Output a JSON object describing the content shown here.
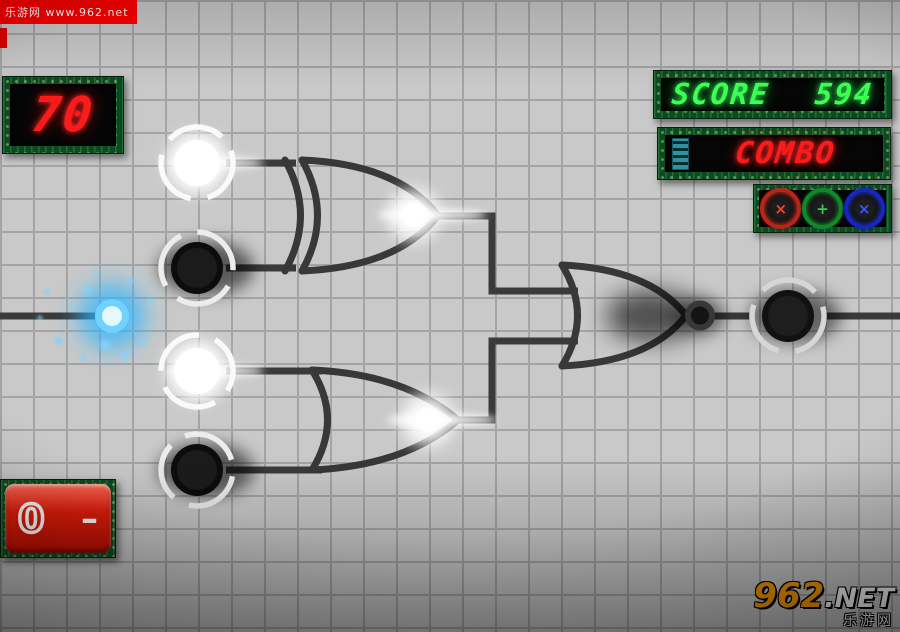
{
  "watermarks": {
    "top_left": "乐游网 www.962.net",
    "brand_num": "962",
    "brand_suffix": ".NET",
    "brand_cjk": "乐游网"
  },
  "hud": {
    "timer": {
      "value": "70"
    },
    "score": {
      "label": "SCORE",
      "value": "594"
    },
    "combo": {
      "label": "COMBO"
    },
    "medals": [
      {
        "name": "red-medal",
        "icon": "×",
        "color": "#d93323"
      },
      {
        "name": "green-medal",
        "icon": "+",
        "color": "#1fa132"
      },
      {
        "name": "blue-medal",
        "icon": "×",
        "color": "#1c2fd6"
      }
    ],
    "switch": {
      "off_label": "0",
      "dash": "–"
    }
  },
  "circuit": {
    "gates": [
      {
        "id": "gate-xor",
        "type": "XOR",
        "inputs": [
          "input-1",
          "input-2"
        ],
        "output_state": "on"
      },
      {
        "id": "gate-or",
        "type": "OR",
        "inputs": [
          "input-3",
          "input-4"
        ],
        "output_state": "on"
      },
      {
        "id": "gate-nor",
        "type": "NOR",
        "inputs": [
          "gate-xor",
          "gate-or"
        ],
        "output_state": "off"
      }
    ],
    "nodes": [
      {
        "id": "input-1",
        "state": "on"
      },
      {
        "id": "input-2",
        "state": "off"
      },
      {
        "id": "input-3",
        "state": "on"
      },
      {
        "id": "input-4",
        "state": "off"
      },
      {
        "id": "output-1",
        "state": "off"
      }
    ],
    "signal_color": "#35c0ff",
    "wire_color": "#3a3a3a",
    "accent_green": "#3bff52",
    "accent_red": "#ff1a1a"
  }
}
